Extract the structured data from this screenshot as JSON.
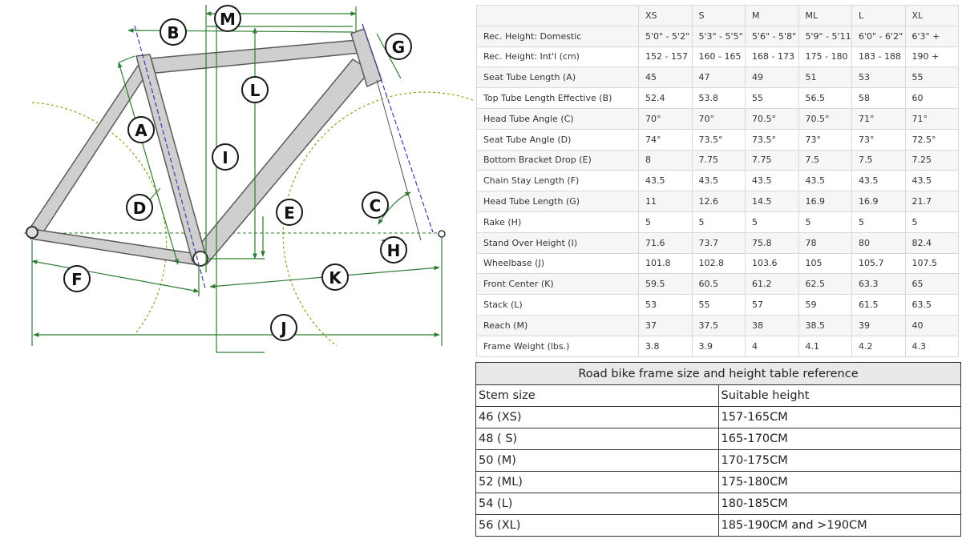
{
  "diagram": {
    "labels": [
      "A",
      "B",
      "C",
      "D",
      "E",
      "F",
      "G",
      "H",
      "I",
      "J",
      "K",
      "L",
      "M"
    ],
    "colors": {
      "frame_fill": "#cfcfcf",
      "frame_stroke": "#5a5a5a",
      "dimension": "#2e7d32",
      "axis": "#3b3bb5",
      "wheel": "#9a9a1a"
    }
  },
  "geometry_table": {
    "sizes": [
      "XS",
      "S",
      "M",
      "ML",
      "L",
      "XL"
    ],
    "rows": [
      {
        "label": "Rec. Height: Domestic",
        "values": [
          "5'0\" - 5'2\"",
          "5'3\" - 5'5\"",
          "5'6\" - 5'8\"",
          "5'9\" - 5'11\"",
          "6'0\" - 6'2\"",
          "6'3\" +"
        ]
      },
      {
        "label": "Rec. Height: Int'l (cm)",
        "values": [
          "152 - 157",
          "160 - 165",
          "168 - 173",
          "175 - 180",
          "183 - 188",
          "190 +"
        ]
      },
      {
        "label": "Seat Tube Length (A)",
        "values": [
          "45",
          "47",
          "49",
          "51",
          "53",
          "55"
        ]
      },
      {
        "label": "Top Tube Length Effective (B)",
        "values": [
          "52.4",
          "53.8",
          "55",
          "56.5",
          "58",
          "60"
        ]
      },
      {
        "label": "Head Tube Angle (C)",
        "values": [
          "70°",
          "70°",
          "70.5°",
          "70.5°",
          "71°",
          "71°"
        ]
      },
      {
        "label": "Seat Tube Angle (D)",
        "values": [
          "74°",
          "73.5°",
          "73.5°",
          "73°",
          "73°",
          "72.5°"
        ]
      },
      {
        "label": "Bottom Bracket Drop (E)",
        "values": [
          "8",
          "7.75",
          "7.75",
          "7.5",
          "7.5",
          "7.25"
        ]
      },
      {
        "label": "Chain Stay Length (F)",
        "values": [
          "43.5",
          "43.5",
          "43.5",
          "43.5",
          "43.5",
          "43.5"
        ]
      },
      {
        "label": "Head Tube Length (G)",
        "values": [
          "11",
          "12.6",
          "14.5",
          "16.9",
          "16.9",
          "21.7"
        ]
      },
      {
        "label": "Rake (H)",
        "values": [
          "5",
          "5",
          "5",
          "5",
          "5",
          "5"
        ]
      },
      {
        "label": "Stand Over Height (I)",
        "values": [
          "71.6",
          "73.7",
          "75.8",
          "78",
          "80",
          "82.4"
        ]
      },
      {
        "label": "Wheelbase (J)",
        "values": [
          "101.8",
          "102.8",
          "103.6",
          "105",
          "105.7",
          "107.5"
        ]
      },
      {
        "label": "Front Center (K)",
        "values": [
          "59.5",
          "60.5",
          "61.2",
          "62.5",
          "63.3",
          "65"
        ]
      },
      {
        "label": "Stack (L)",
        "values": [
          "53",
          "55",
          "57",
          "59",
          "61.5",
          "63.5"
        ]
      },
      {
        "label": "Reach (M)",
        "values": [
          "37",
          "37.5",
          "38",
          "38.5",
          "39",
          "40"
        ]
      },
      {
        "label": "Frame Weight (lbs.)",
        "values": [
          "3.8",
          "3.9",
          "4",
          "4.1",
          "4.2",
          "4.3"
        ]
      }
    ]
  },
  "size_table": {
    "caption": "Road bike frame size and height table reference",
    "headers": [
      "Stem size",
      "Suitable height"
    ],
    "rows": [
      [
        "46  (XS)",
        "157-165CM"
      ],
      [
        "48  ( S)",
        "165-170CM"
      ],
      [
        "50  (M)",
        "170-175CM"
      ],
      [
        "52  (ML)",
        "175-180CM"
      ],
      [
        "54  (L)",
        "180-185CM"
      ],
      [
        "56  (XL)",
        "185-190CM and >190CM"
      ]
    ]
  }
}
